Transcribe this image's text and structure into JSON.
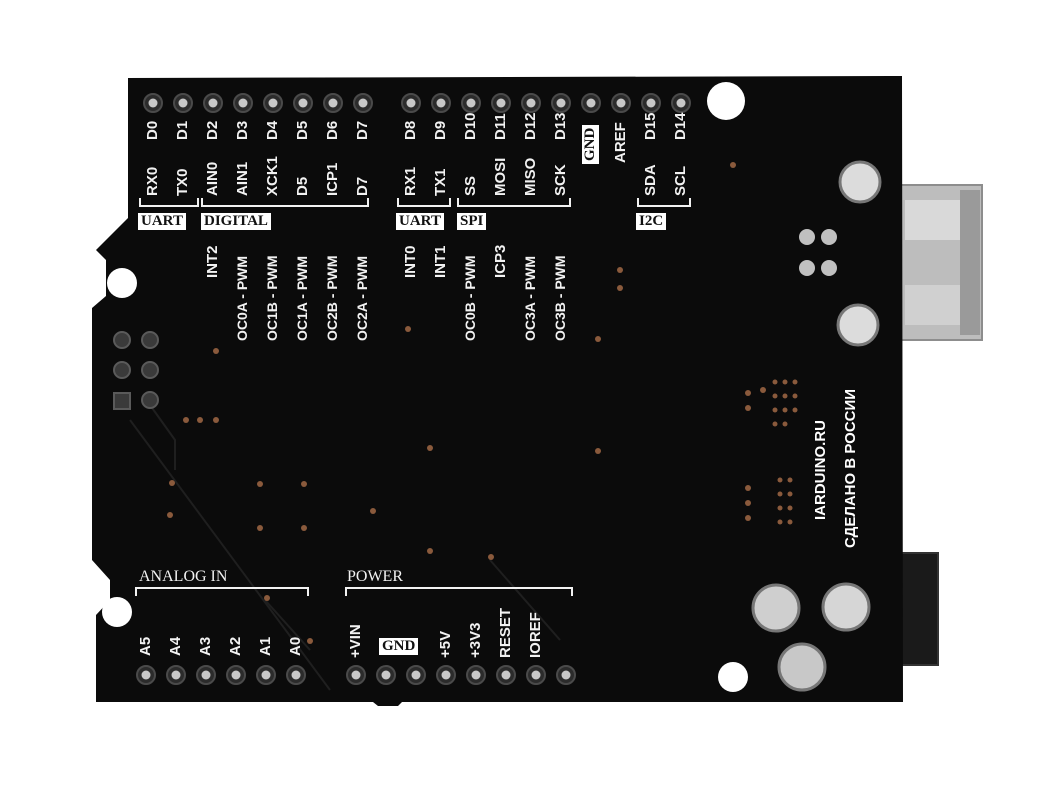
{
  "board": {
    "colors": {
      "pcb": "#0b0b0b",
      "silk": "#f2f2f2",
      "pad": "#b8b8b8",
      "via": "#8a5a3c"
    }
  },
  "top_pins": [
    "D0",
    "D1",
    "D2",
    "D3",
    "D4",
    "D5",
    "D6",
    "D7",
    "D8",
    "D9",
    "D10",
    "D11",
    "D12",
    "D13",
    "GND",
    "AREF",
    "D15",
    "D14"
  ],
  "top_functions_1": [
    "RX0",
    "TX0",
    "AIN0",
    "AIN1",
    "XCK1",
    "D5",
    "ICP1",
    "D7",
    "RX1",
    "TX1",
    "SS",
    "MOSI",
    "MISO",
    "SCK",
    "SDA",
    "SCL"
  ],
  "top_functions_2": [
    "INT2",
    "INT0",
    "INT1",
    "ICP3"
  ],
  "pwm_labels": [
    "OC0A - PWM",
    "OC1B - PWM",
    "OC1A - PWM",
    "OC2B - PWM",
    "OC2A - PWM",
    "OC0B - PWM",
    "OC3A - PWM",
    "OC3B - PWM"
  ],
  "groups": {
    "uart1": "UART",
    "digital": "DIGITAL",
    "uart2": "UART",
    "spi": "SPI",
    "i2c": "I2C"
  },
  "bottom": {
    "analog_title": "ANALOG IN",
    "power_title": "POWER",
    "analog_pins": [
      "A5",
      "A4",
      "A3",
      "A2",
      "A1",
      "A0"
    ],
    "power_pins": [
      "+VIN",
      "GND",
      "+5V",
      "+3V3",
      "RESET",
      "IOREF"
    ]
  },
  "maker": {
    "site": "IARDUINO.RU",
    "made_in": "СДЕЛАНО В РОССИИ"
  }
}
